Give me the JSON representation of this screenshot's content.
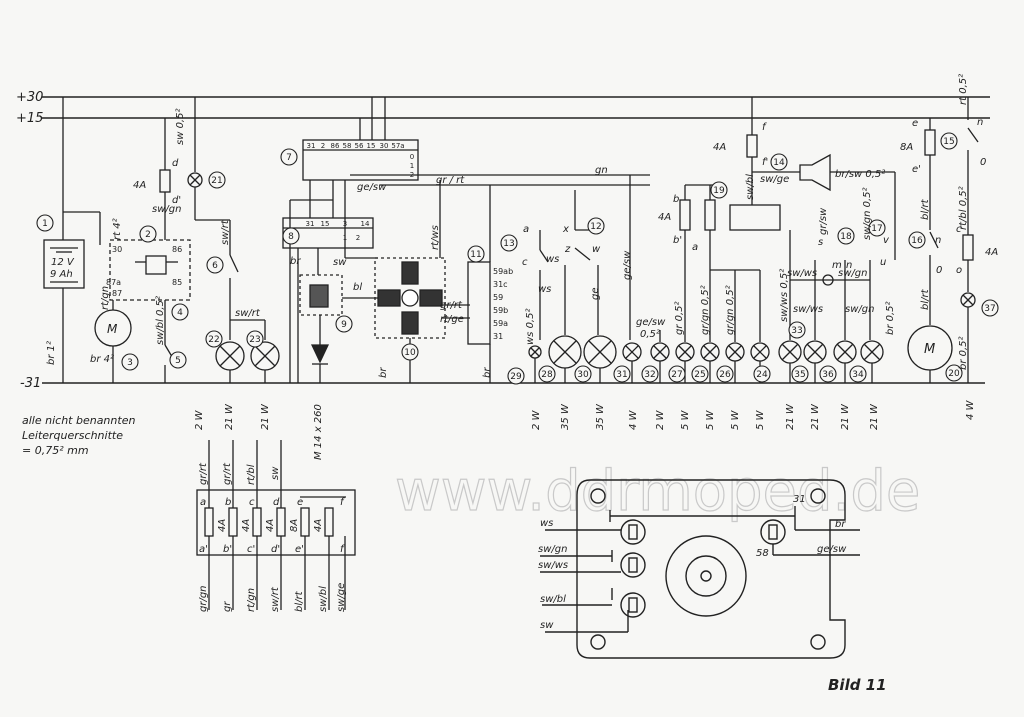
{
  "rails": {
    "plus30": "+30",
    "plus15": "+15",
    "minus31": "-31"
  },
  "battery": {
    "voltage": "12 V",
    "capacity": "9 Ah"
  },
  "note": {
    "line1": "alle nicht benannten",
    "line2": "Leiterquerschnitte",
    "line3": "= 0,75² mm"
  },
  "watermark": "www.ddrmoped.de",
  "figure_label": "Bild 11",
  "motor_label": "M",
  "numbers": [
    "1",
    "2",
    "3",
    "4",
    "5",
    "6",
    "7",
    "8",
    "9",
    "10",
    "11",
    "12",
    "13",
    "14",
    "15",
    "16",
    "17",
    "18",
    "19",
    "20",
    "21",
    "22",
    "23",
    "24",
    "25",
    "26",
    "27",
    "28",
    "29",
    "30",
    "31",
    "32",
    "33",
    "34",
    "35",
    "36",
    "37"
  ],
  "connector7": {
    "pins": [
      "31",
      "2",
      "86",
      "58",
      "56",
      "15",
      "30",
      "57a"
    ],
    "rows": [
      "0",
      "1",
      "2"
    ]
  },
  "connector8": {
    "pins": [
      "31",
      "15",
      "3",
      "14"
    ],
    "row": [
      "1",
      "2"
    ]
  },
  "connector11": {
    "pins": [
      "59ab",
      "31c",
      "59",
      "59b",
      "59a",
      "31"
    ]
  },
  "relay": {
    "pins": [
      "30",
      "86",
      "87a",
      "85",
      "87"
    ]
  },
  "wires": {
    "rt4": "rt 4²",
    "sw_gn": "sw/gn",
    "sw05": "sw 0,5²",
    "sw_rt": "sw/rt",
    "sw_rt2": "sw/rt",
    "rt_gn": "rt/gn",
    "sw_bl05": "sw/bl 0,5²",
    "br1": "br 1²",
    "br4": "br 4²",
    "br": "br",
    "bl": "bl",
    "sw": "sw",
    "rt_ws": "rt/ws",
    "gr_rt": "gr/rt",
    "rt_ge": "rt/ge",
    "gr_rt_top": "gr / rt",
    "ge_sw": "ge/sw",
    "gn": "gn",
    "ws": "ws",
    "ws05": "ws 0,5²",
    "ge": "ge",
    "ge_sw2": "ge/sw",
    "o05": "0,5²",
    "sw_ws": "sw/ws",
    "sw_gn2": "sw/gn",
    "sw_ge": "sw/ge",
    "gr_sw": "gr/sw",
    "br_sw": "br/sw 0,5²",
    "bl_rt": "bl/rt",
    "rt05": "rt 0,5²",
    "rt_bl": "rt/bl 0,5²",
    "gr05": "gr 0,5²",
    "gr_gn05": "gr/gn 0,5²",
    "gr_gn05b": "gr/gn 0,5²",
    "sw_bl": "sw/bl",
    "br05": "br 0,5²",
    "sw_ws05": "sw/ws 0,5²",
    "sw_gn05": "sw/gn 0,5²",
    "sw_ws2": "sw/ws",
    "sw_gn3": "sw/gn",
    "sw_rt_r": "sw/rt"
  },
  "fuse_labels": {
    "f4A_left": "4A",
    "f4A_19": "4A",
    "f4A_top": "4A",
    "f8A": "8A",
    "f4A_right": "4A"
  },
  "letters": {
    "d": "d",
    "dp": "d'",
    "a": "a",
    "ap": "a'",
    "b": "b",
    "bp": "b'",
    "c": "c",
    "x": "x",
    "z": "z",
    "w": "w",
    "e": "e",
    "ep": "e'",
    "f": "f",
    "fp": "f'",
    "n": "n",
    "m": "m",
    "s": "s",
    "u": "u",
    "v": "v",
    "o": "o",
    "o2": "0",
    "co": "c"
  },
  "ratings": [
    "2 W",
    "21 W",
    "21 W",
    "M 14 x 260",
    "2 W",
    "35 W",
    "35 W",
    "4 W",
    "2 W",
    "5 W",
    "5 W",
    "5 W",
    "5 W",
    "21 W",
    "21 W",
    "21 W",
    "21 W",
    "4 W"
  ],
  "fuse_box": {
    "top_wires": [
      "gr/rt",
      "gr/rt",
      "rt/bl",
      "sw"
    ],
    "top_letters": [
      "a",
      "b",
      "c",
      "d",
      "e",
      "f"
    ],
    "ratings": [
      "4A",
      "4A",
      "4A",
      "8A",
      "4A"
    ],
    "bottom_letters": [
      "a'",
      "b'",
      "c'",
      "d'",
      "e'",
      "f'"
    ],
    "bottom_wires": [
      "gr/gn",
      "gr",
      "rt/gn",
      "sw/rt",
      "bl/rt",
      "sw/bl",
      "sw/ge"
    ]
  },
  "switch_detail": {
    "left_labels": [
      "ws",
      "sw/gn",
      "sw/ws",
      "sw/bl",
      "sw"
    ],
    "right_labels": [
      "31",
      "br",
      "58",
      "ge/sw"
    ]
  }
}
